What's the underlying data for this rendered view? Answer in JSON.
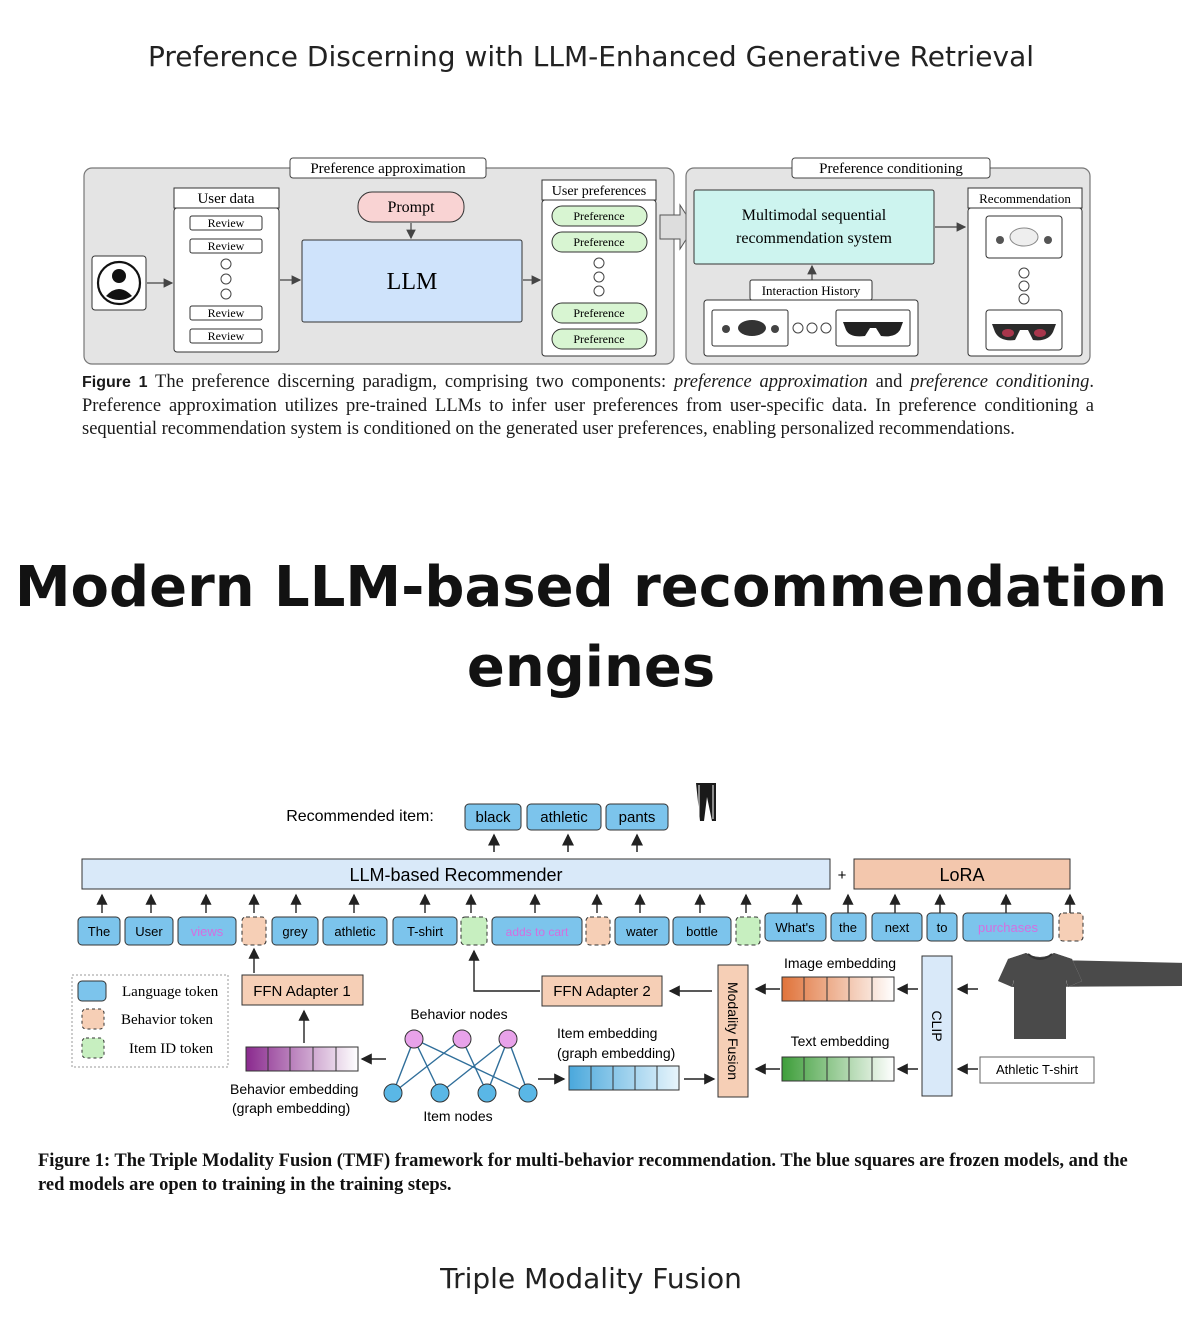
{
  "page": {
    "top_caption": "Preference Discerning with LLM-Enhanced Generative Retrieval",
    "headline": "Modern LLM-based recommendation engines",
    "bottom_caption": "Triple Modality Fusion"
  },
  "figure1": {
    "section_left": "Preference approximation",
    "section_right": "Preference conditioning",
    "user_data_title": "User data",
    "review_label": "Review",
    "prompt_label": "Prompt",
    "llm_label": "LLM",
    "user_prefs_title": "User preferences",
    "preference_label": "Preference",
    "system_line1": "Multimodal sequential",
    "system_line2": "recommendation system",
    "recommendation_title": "Recommendation",
    "interaction_history": "Interaction History",
    "caption_label": "Figure 1",
    "caption_a": " The preference discerning paradigm, comprising two components: ",
    "caption_i1": "preference approximation",
    "caption_b": " and ",
    "caption_i2": "preference conditioning",
    "caption_c": ". Preference approximation utilizes pre-trained LLMs to infer user preferences from user-specific data. In preference conditioning a sequential recommendation system is conditioned on the generated user preferences, enabling personalized recommendations."
  },
  "figure2": {
    "recommended_label": "Recommended item:",
    "output_tokens": [
      "black",
      "athletic",
      "pants"
    ],
    "recommender_label": "LLM-based Recommender",
    "plus": "+",
    "lora_label": "LoRA",
    "input_tokens": [
      "The",
      "User",
      "views",
      "grey",
      "athletic",
      "T-shirt",
      "adds to cart",
      "water",
      "bottle",
      "What's",
      "the",
      "next",
      "to",
      "purchases"
    ],
    "legend_language": "Language token",
    "legend_behavior": "Behavior token",
    "legend_itemid": "Item ID token",
    "ffn1": "FFN Adapter 1",
    "ffn2": "FFN Adapter 2",
    "behavior_nodes": "Behavior nodes",
    "item_nodes": "Item nodes",
    "behavior_embedding_1": "Behavior embedding",
    "behavior_embedding_2": "(graph embedding)",
    "item_embedding_1": "Item embedding",
    "item_embedding_2": "(graph embedding)",
    "modality_fusion": "Modality Fusion",
    "image_embedding": "Image embedding",
    "text_embedding": "Text embedding",
    "clip": "CLIP",
    "product_text": "Athletic T-shirt",
    "caption": "Figure 1: The Triple Modality Fusion (TMF) framework for multi-behavior recommendation. The blue squares are frozen models, and the red models are open to training in the training steps."
  },
  "colors": {
    "llm_box": "#cfe3fb",
    "system_box": "#cdf4ef",
    "prompt_box": "#f9d3d3",
    "pref_box": "#d8f5d2",
    "token_blue": "#7cc4ec",
    "lora": "#f3c7ad",
    "behavior_token": "#f6cfb6",
    "itemid_token": "#c7efc0",
    "purple_text": "#d36fe0",
    "node_pink": "#e8a2ea",
    "node_blue": "#5ab7e6"
  }
}
